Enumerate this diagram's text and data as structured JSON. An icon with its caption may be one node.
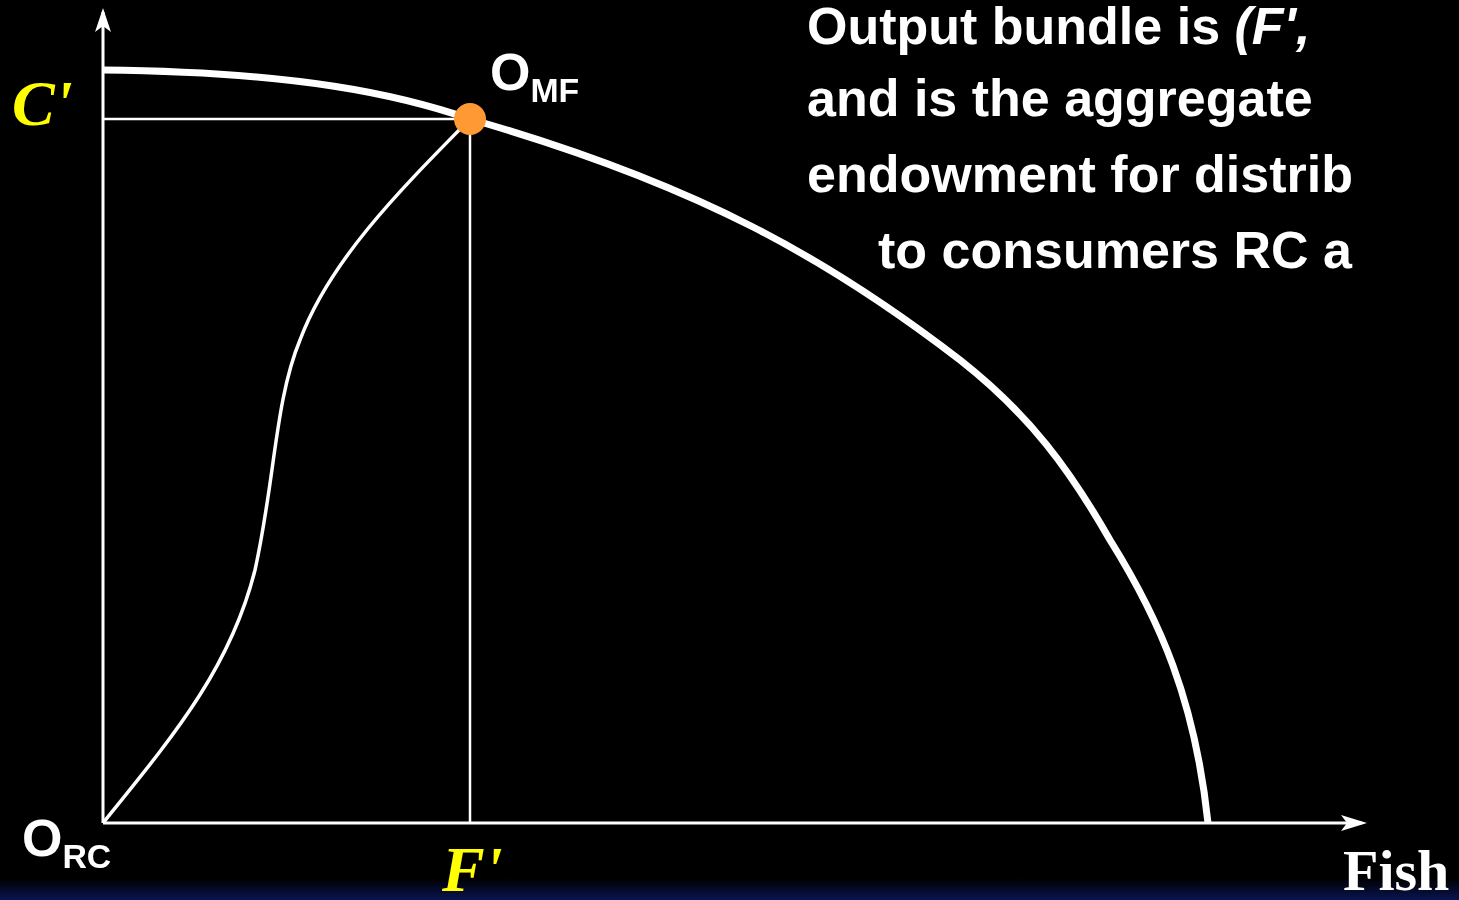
{
  "diagram": {
    "nodes": [
      {
        "text": [],
        "shape": "circle",
        "beside": [
          "O$_{MF}$"
        ]
      }
    ],
    "labels": [
      "Output bundle is *(F',*",
      "and is the aggregate",
      "endowment for distrib",
      "to consumers RC a",
      "C'",
      "O$_{RC}$",
      "F'",
      "Fish"
    ]
  }
}
